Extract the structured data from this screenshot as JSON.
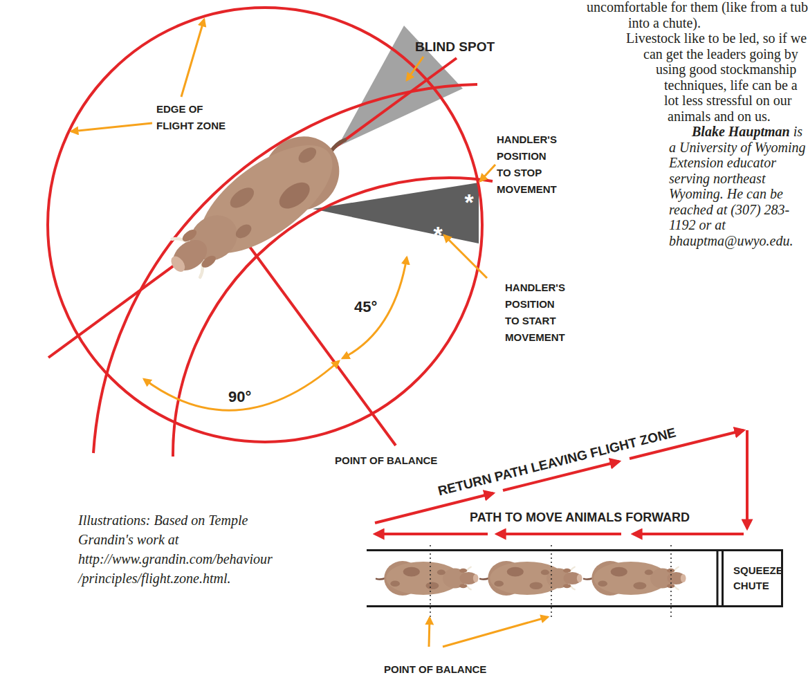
{
  "diagram": {
    "caption": "Illustrations: Based on Temple Grandin's work at http://www.grandin.com/behaviour/principles/flight.zone.html.",
    "nodes": [
      {
        "text": [
          "SQUEEZE CHUTE"
        ]
      }
    ],
    "labels": [
      "uncomfortable for them (like from a tub into a chute).",
      "Livestock like to be led, so if we can get the leaders going by using good stockmanship techniques, life can be a lot less stressful on our animals and on us.",
      "Blake Hauptman",
      "is a University of Wyoming Extension educator serving northeast Wyoming. He can be reached at (307) 283-1192 or at bhauptma@uwyo.edu.",
      "BLIND SPOT",
      "EDGE OF FLIGHT ZONE",
      "HANDLER'S POSITION TO STOP MOVEMENT",
      "*",
      "*",
      "HANDLER'S POSITION TO START MOVEMENT",
      "45°",
      "90°",
      "POINT OF BALANCE",
      "RETURN PATH LEAVING FLIGHT ZONE",
      "PATH TO MOVE ANIMALS FORWARD",
      "POINT OF BALANCE"
    ]
  }
}
